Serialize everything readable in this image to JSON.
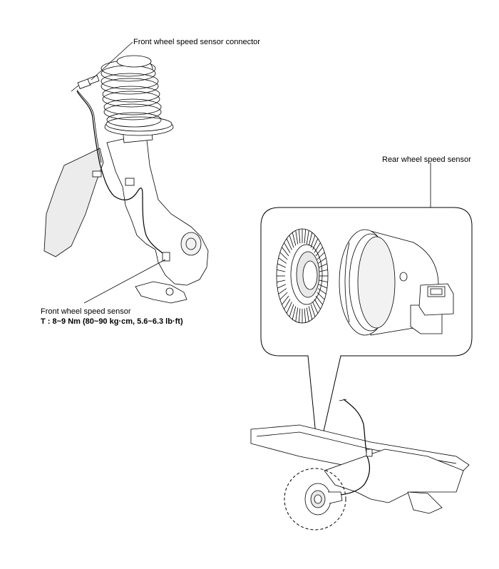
{
  "labels": {
    "front_connector": "Front wheel speed sensor connector",
    "front_sensor": "Front wheel speed sensor",
    "front_torque": "T : 8~9 Nm (80~90 kg·cm, 5.6~6.3 lb·ft)",
    "rear_sensor": "Rear wheel speed sensor"
  },
  "colors": {
    "line": "#000000",
    "fill": "#ffffff",
    "shade": "#d9d9d9",
    "light_shade": "#ececec"
  }
}
